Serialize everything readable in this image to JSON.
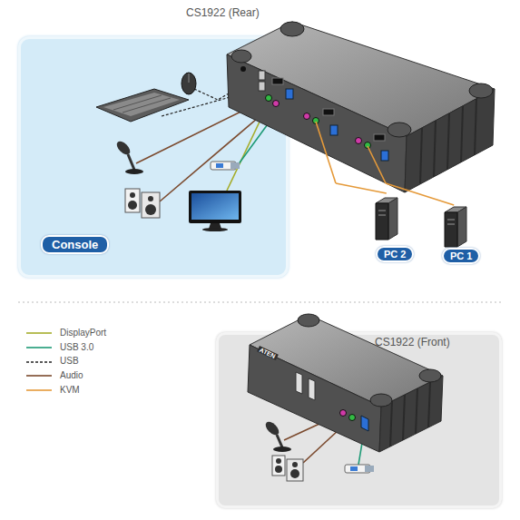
{
  "diagram": {
    "nodes": [
      {
        "text": [
          "CS1922 (Rear)"
        ]
      },
      {
        "text": [
          "Console"
        ]
      },
      {
        "text": [
          "PC 2"
        ]
      },
      {
        "text": [
          "PC 1"
        ]
      },
      {
        "text": [
          "CS1922 (Front)"
        ]
      }
    ],
    "edges": [
      {
        "from": 0,
        "to": 2,
        "arrow": "none"
      },
      {
        "from": 0,
        "to": 3,
        "arrow": "none"
      }
    ],
    "labels": [
      "ATEN"
    ],
    "legend": [
      {
        "text": "DisplayPort"
      },
      {
        "text": "USB 3.0"
      },
      {
        "text": "USB"
      },
      {
        "text": "Audio"
      },
      {
        "text": "KVM"
      }
    ]
  }
}
